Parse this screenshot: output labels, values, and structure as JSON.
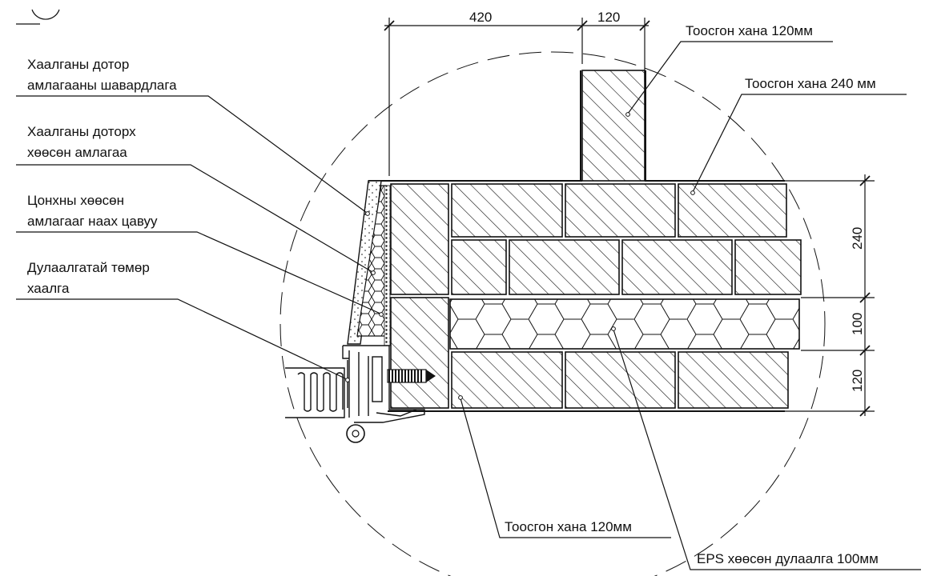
{
  "dimensions": {
    "top": [
      "420",
      "120"
    ],
    "right": [
      "240",
      "100",
      "120"
    ]
  },
  "labels": {
    "left": [
      {
        "line1": "Хаалганы дотор",
        "line2": "амлагааны шавардлага"
      },
      {
        "line1": "Хаалганы доторх",
        "line2": "хөөсөн амлагаа"
      },
      {
        "line1": "Цонхны хөөсөн",
        "line2": "амлагааг наах цавуу"
      },
      {
        "line1": "Дулаалгатай төмөр",
        "line2": "хаалга"
      }
    ],
    "right_top_1": "Тоосгон хана 120мм",
    "right_top_2": "Тоосгон хана 240 мм",
    "bottom_center": "Тоосгон хана 120мм",
    "bottom_right": "EPS хөөсөн дулаалга 100мм"
  }
}
